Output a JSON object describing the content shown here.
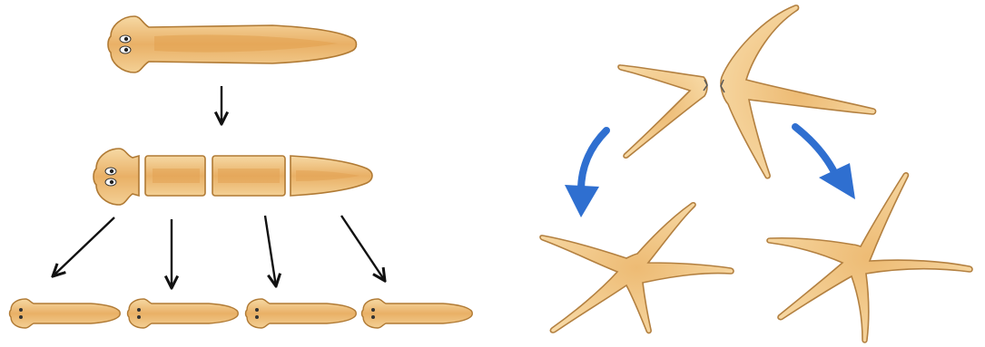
{
  "diagram": {
    "left_panel": {
      "subject": "planarian",
      "fragment_count": 4,
      "regenerated_count": 4
    },
    "right_panel": {
      "subject": "sea star",
      "fragment_count": 2,
      "regenerated_count": 2,
      "arms_per_regenerated_star": 5
    }
  },
  "colors": {
    "body_fill": "#EFC27F",
    "body_highlight": "#E8A24A",
    "body_outline": "#B07A34",
    "arrow_black": "#111111",
    "arrow_blue": "#2F6FD0",
    "starfish_fill": "#F2C889",
    "starfish_outline": "#B38040"
  }
}
